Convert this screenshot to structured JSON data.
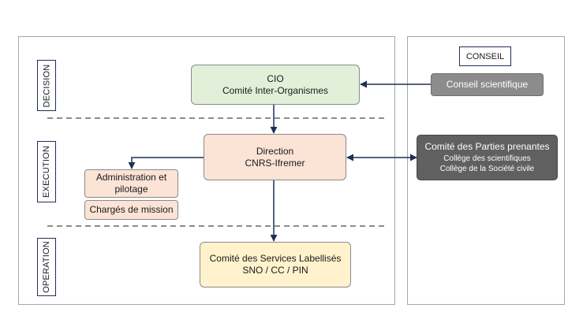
{
  "sections": {
    "decision": "DECISION",
    "execution": "EXECUTION",
    "operation": "OPERATION",
    "conseil": "CONSEIL"
  },
  "boxes": {
    "cio": {
      "line1": "CIO",
      "line2": "Comité Inter-Organismes"
    },
    "direction": {
      "line1": "Direction",
      "line2": "CNRS-Ifremer"
    },
    "admin": {
      "line1": "Administration et",
      "line2": "pilotage"
    },
    "missions": {
      "label": "Chargés de mission"
    },
    "services": {
      "line1": "Comité des Services Labellisés",
      "line2": "SNO / CC / PIN"
    },
    "conseil_scientifique": {
      "label": "Conseil scientifique"
    },
    "parties_prenantes": {
      "title": "Comité des Parties prenantes",
      "line1": "Collège des scientifiques",
      "line2": "Collège de la Société civile"
    }
  },
  "colors": {
    "arrow": "#1f2f55",
    "cio_fill": "#e2efd9",
    "peach_fill": "#fbe3d6",
    "yellow_fill": "#fff2cc",
    "grey_fill": "#8c8c8c",
    "dark_fill": "#606060"
  }
}
